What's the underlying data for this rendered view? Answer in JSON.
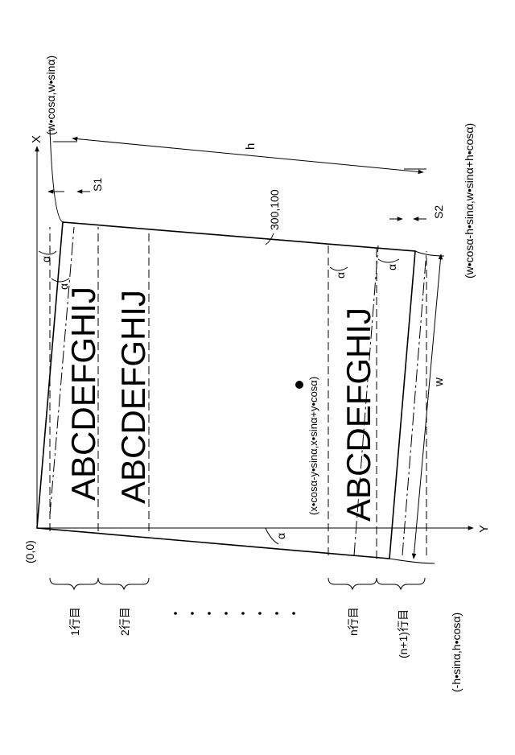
{
  "origin_label": "(0,0)",
  "axes": {
    "x_label": "X",
    "y_label": "Y"
  },
  "corner_labels": {
    "top": "(w•cosα,w•sinα)",
    "right": "(w•cosα-h•sinα,w•sinα+h•cosα)",
    "bottom": "(-h•sinα,h•cosα)",
    "center_point": "(x•cosα-y•sinα,x•sinα+y•cosα)"
  },
  "dimensions": {
    "h": "h",
    "w": "w",
    "s1": "S1",
    "s2": "S2",
    "ref": "300,100"
  },
  "angle_label": "α",
  "text_lines": [
    "ABCDEFGHIJ",
    "ABCDEFGHIJ",
    "ABCDEFGHIJ"
  ],
  "row_labels": [
    "1行目",
    "2行目",
    "n行目",
    "(n+1)行目"
  ],
  "ellipsis": "• • • • • • • •"
}
